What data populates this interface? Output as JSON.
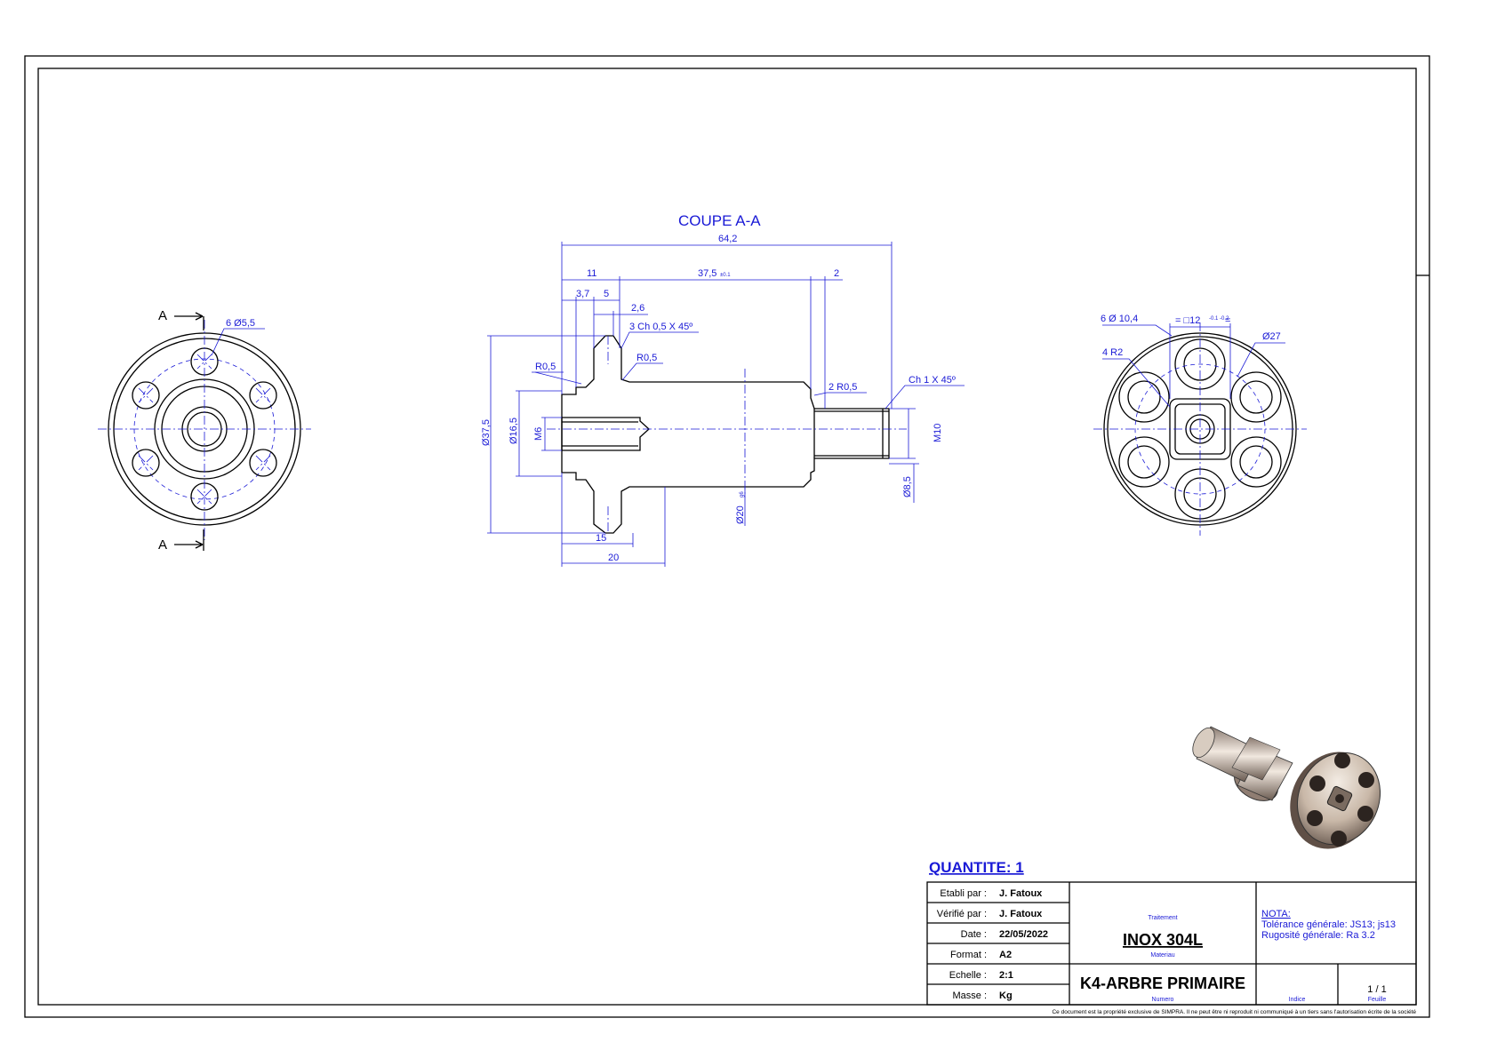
{
  "section_title": "COUPE A-A",
  "section_marker": "A",
  "dims": {
    "d64_2": "64,2",
    "d11": "11",
    "d37_5": "37,5",
    "d37_5_tol": "±0.1",
    "d2": "2",
    "d3_7": "3,7",
    "d5": "5",
    "d2_6": "2,6",
    "ch3": "3 Ch 0,5 X 45º",
    "r05a": "R0,5",
    "r05b": "R0,5",
    "r05c": "2 R0,5",
    "ch1": "Ch 1 X 45º",
    "phi37_5": "Ø37,5",
    "phi16_5": "Ø16,5",
    "m6": "M6",
    "m10": "M10",
    "phi8_5": "Ø8,5",
    "phi20": "Ø20",
    "phi20_tol": "g6",
    "d15": "15",
    "d20": "20",
    "left_holes": "6 Ø5,5",
    "right_holes": "6 Ø 10,4",
    "right_square": "= □12",
    "right_square_tol": "-0.1 -0.2",
    "right_square_end": "=",
    "right_r2": "4 R2",
    "right_phi27": "Ø27"
  },
  "quantity": "QUANTITE: 1",
  "title_block": {
    "etabli_label": "Etabli par :",
    "etabli_value": "J. Fatoux",
    "verifie_label": "Vérifié par :",
    "verifie_value": "J. Fatoux",
    "date_label": "Date :",
    "date_value": "22/05/2022",
    "format_label": "Format :",
    "format_value": "A2",
    "echelle_label": "Echelle :",
    "echelle_value": "2:1",
    "masse_label": "Masse :",
    "masse_value": "Kg",
    "traitement_label": "Traitement",
    "materiau_value": "INOX 304L",
    "materiau_label": "Materiau",
    "numero_value": "K4-ARBRE PRIMAIRE",
    "numero_label": "Numero",
    "nota_title": "NOTA:",
    "nota_line1": "Tolérance générale: JS13; js13",
    "nota_line2": "Rugosité générale: Ra 3.2",
    "indice_label": "Indice",
    "feuille_value": "1 / 1",
    "feuille_label": "Feuille"
  },
  "footer": "Ce document est la propriété exclusive de SIMPRA. Il ne peut être ni reproduit ni communiqué à un tiers sans l'autorisation écrite de la société"
}
